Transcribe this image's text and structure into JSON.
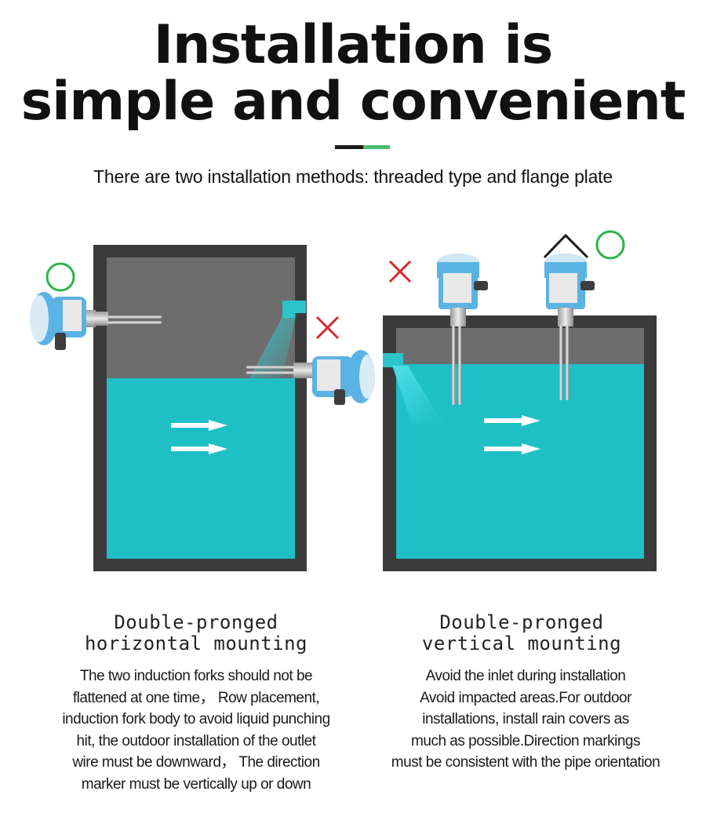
{
  "title": {
    "line1": "Installation is",
    "line2": "simple and convenient"
  },
  "subtitle": "There are two installation methods: threaded type and flange plate",
  "colors": {
    "water": "#1fbfc6",
    "tank_wall": "#3b3b3b",
    "air": "#6d6d6d",
    "sensor_blue": "#5ab3e4",
    "correct_mark": "#2eb24a",
    "wrong_mark": "#d8282f",
    "divider_green": "#4cbb6e"
  },
  "left": {
    "heading_line1": "Double-pronged",
    "heading_line2": "horizontal mounting",
    "text_lines": [
      "The two induction forks should not be",
      "flattened at one time， Row placement,",
      "induction fork body to avoid liquid punching",
      "hit, the outdoor installation of the outlet",
      "wire must be downward， The direction",
      "marker must be vertically up or down"
    ]
  },
  "right": {
    "heading_line1": "Double-pronged",
    "heading_line2": "vertical mounting",
    "text_lines": [
      "Avoid the inlet during installation",
      "Avoid impacted areas.For outdoor",
      "installations, install rain covers as",
      "much as possible.Direction markings",
      "must be consistent with the pipe orientation"
    ]
  }
}
